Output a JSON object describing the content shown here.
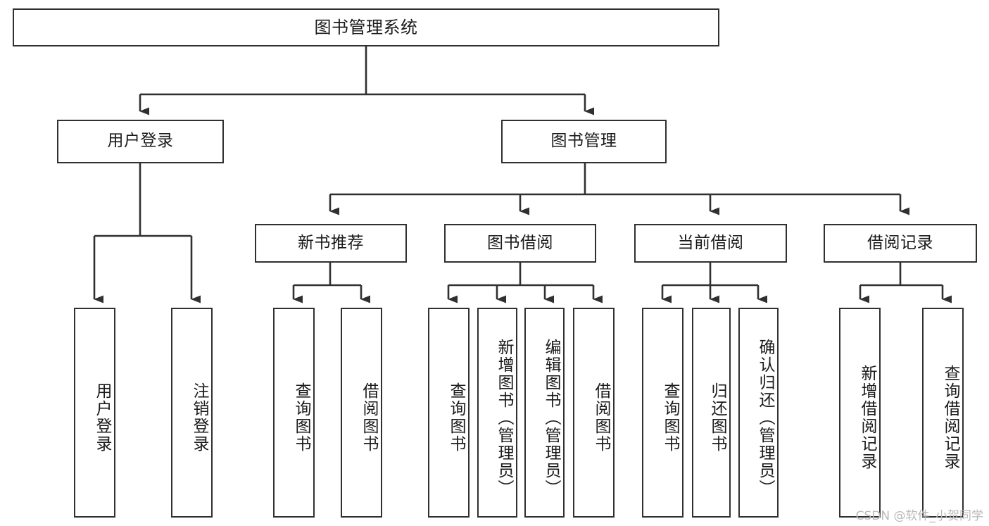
{
  "diagram": {
    "type": "tree-hierarchy-diagram",
    "root": {
      "label": "图书管理系统"
    },
    "level2": [
      {
        "label": "用户登录"
      },
      {
        "label": "图书管理"
      }
    ],
    "level3": [
      {
        "label": "新书推荐"
      },
      {
        "label": "图书借阅"
      },
      {
        "label": "当前借阅"
      },
      {
        "label": "借阅记录"
      }
    ],
    "leaves": {
      "user_login": [
        {
          "label": "用户登录"
        },
        {
          "label": "注销登录"
        }
      ],
      "new_book_recommend": [
        {
          "label": "查询图书"
        },
        {
          "label": "借阅图书"
        }
      ],
      "book_borrow": [
        {
          "label": "查询图书"
        },
        {
          "label": "新增图书（管理员）"
        },
        {
          "label": "编辑图书（管理员）"
        },
        {
          "label": "借阅图书"
        }
      ],
      "current_borrow": [
        {
          "label": "查询图书"
        },
        {
          "label": "归还图书"
        },
        {
          "label": "确认归还（管理员）"
        }
      ],
      "borrow_record": [
        {
          "label": "新增借阅记录"
        },
        {
          "label": "查询借阅记录"
        }
      ]
    }
  },
  "watermark": {
    "text": "CSDN @软件_小贺同学"
  },
  "colors": {
    "stroke": "#31302f",
    "background": "#ffffff",
    "text": "#1a1a1a",
    "watermark": "#b9b9b9"
  }
}
